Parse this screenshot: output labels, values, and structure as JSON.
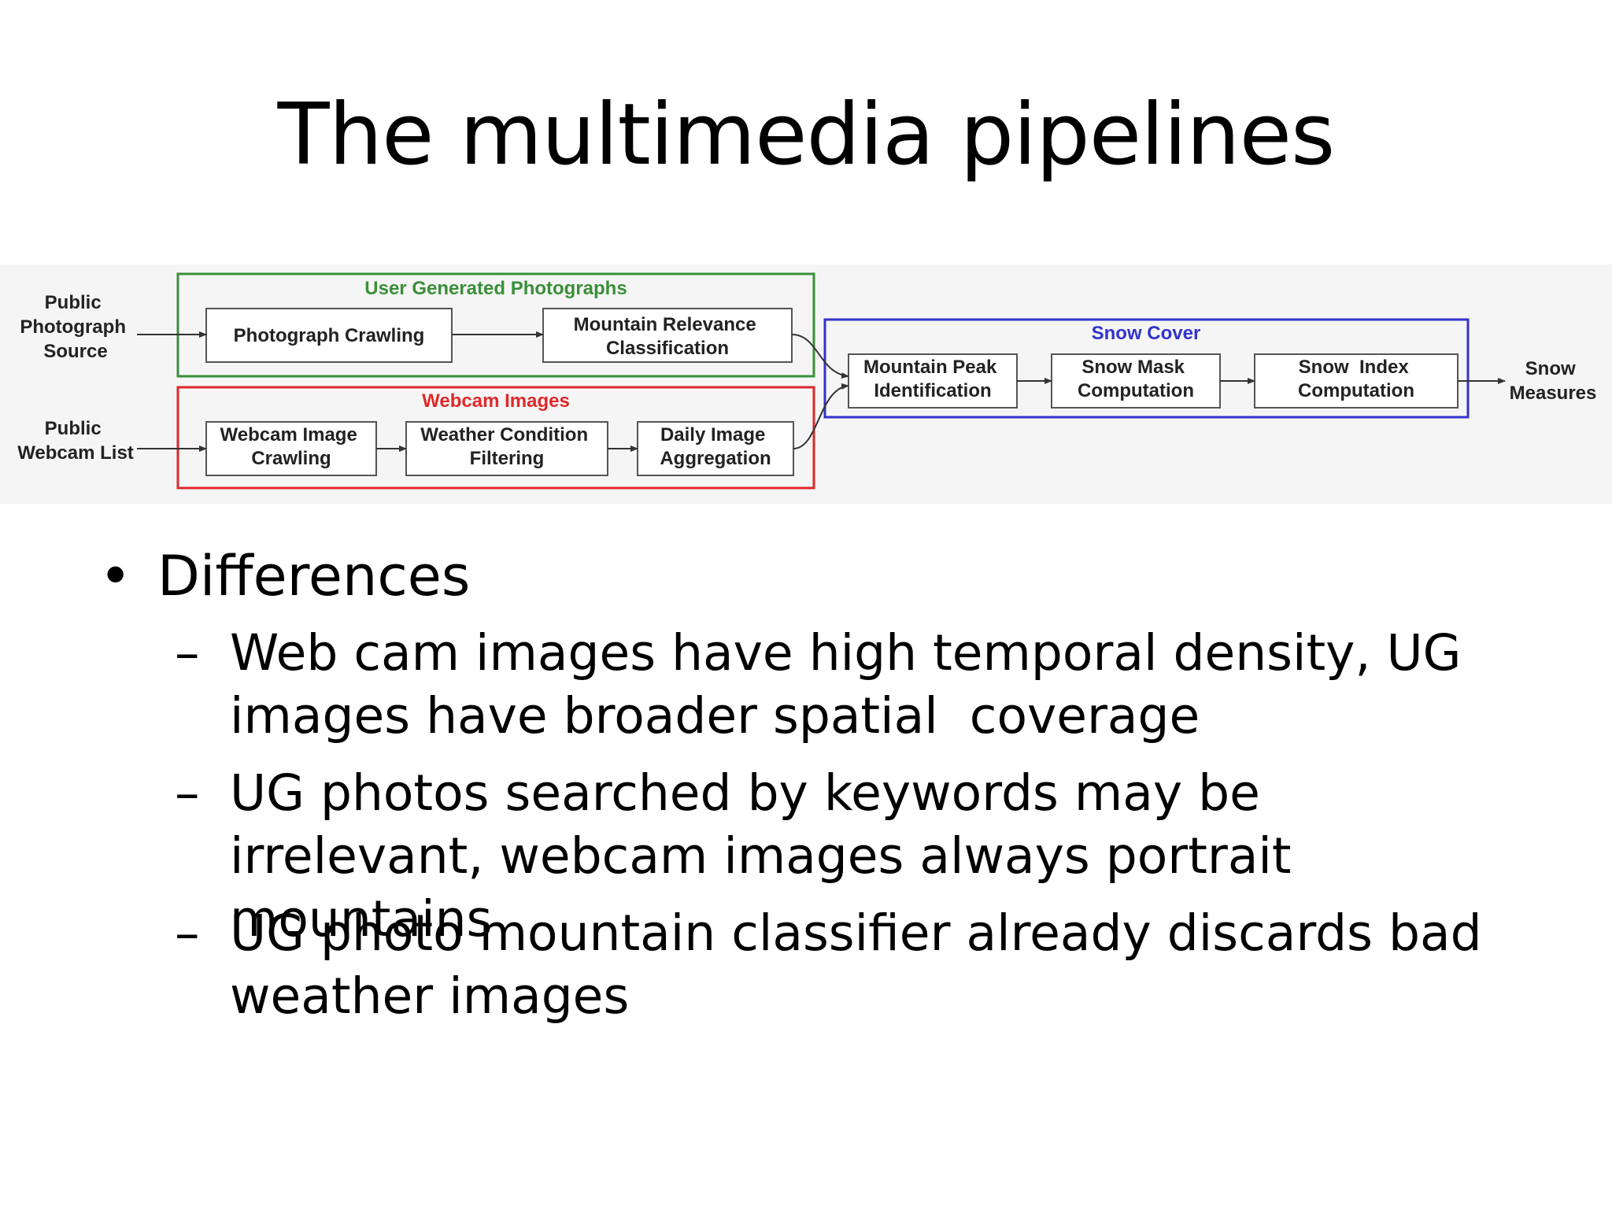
{
  "slide": {
    "title": "The multimedia pipelines"
  },
  "diagram": {
    "inputs": {
      "photo_source": [
        "Public",
        "Photograph",
        "Source"
      ],
      "webcam_list": [
        "Public",
        "Webcam List"
      ]
    },
    "groups": {
      "ug": {
        "label": "User Generated Photographs",
        "color": "#3a8f3a"
      },
      "webcam": {
        "label": "Webcam Images",
        "color": "#e0282b"
      },
      "snow": {
        "label": "Snow Cover",
        "color": "#3333cc"
      }
    },
    "boxes": {
      "photo_crawling": [
        "Photograph Crawling"
      ],
      "mountain_relevance": [
        "Mountain Relevance",
        "Classification"
      ],
      "webcam_crawling": [
        "Webcam Image",
        "Crawling"
      ],
      "weather_filtering": [
        "Weather Condition",
        "Filtering"
      ],
      "daily_aggregation": [
        "Daily Image",
        "Aggregation"
      ],
      "peak_identification": [
        "Mountain Peak",
        "Identification"
      ],
      "snow_mask": [
        "Snow Mask",
        "Computation"
      ],
      "snow_index": [
        "Snow  Index",
        "Computation"
      ]
    },
    "output": [
      "Snow",
      "Measures"
    ]
  },
  "bullets": {
    "main": "Differences",
    "main_marker": "•",
    "sub_marker": "–",
    "items": [
      "Web cam images have high temporal density, UG images have broader spatial  coverage",
      "UG photos searched by keywords may be irrelevant, webcam images always portrait mountains",
      "UG photo mountain classifier already discards bad weather images"
    ]
  }
}
